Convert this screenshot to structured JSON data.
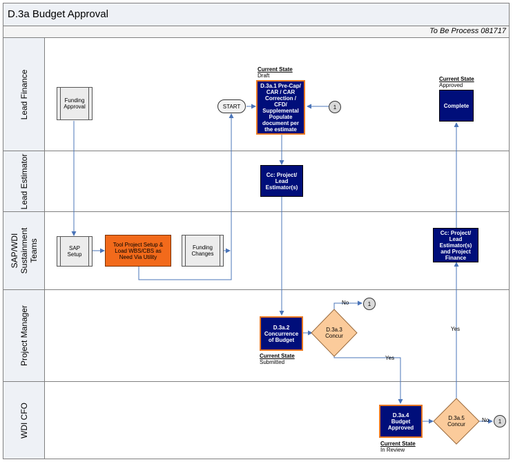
{
  "title": "D.3a Budget Approval",
  "subtitle": "To Be Process 081717",
  "lanes": {
    "lead_finance": "Lead Finance",
    "lead_estimator": "Lead Estimator",
    "sap_line1": "SAP/WDI",
    "sap_line2": "Sustainment",
    "sap_line3": "Teams",
    "project_manager": "Project Manager",
    "wdi_cfo": "WDI CFO"
  },
  "nodes": {
    "funding_approval": "Funding Approval",
    "start": "START",
    "d3a1": "D.3a.1 Pre-Cap/ CAR / CAR Correction / CFD/ Supplemental Populate document per the estimate",
    "connector": "1",
    "complete": "Complete",
    "cc_estimator": "Cc: Project/ Lead Estimator(s)",
    "sap_setup": "SAP Setup",
    "tool_setup": "Tool Project Setup & Load WBS/CBS as Need Via Utility",
    "funding_changes": "Funding Changes",
    "cc_estimator_finance": "Cc: Project/ Lead Estimator(s) and Project Finance",
    "d3a2": "D.3a.2 Concurrence of Budget",
    "d3a3": "D.3a.3 Concur",
    "d3a4": "D.3a.4 Budget Approved",
    "d3a5": "D.3a.5 Concur"
  },
  "states": {
    "label": "Current State",
    "draft": "Draft",
    "approved": "Approved",
    "submitted": "Submitted",
    "in_review": "In Review"
  },
  "edge_labels": {
    "no": "No",
    "yes": "Yes"
  },
  "colors": {
    "navy": "#000e7a",
    "orange": "#f26a1b",
    "decision": "#fbcb9b",
    "arrow": "#4a74b8",
    "highlight": "#e87722"
  }
}
